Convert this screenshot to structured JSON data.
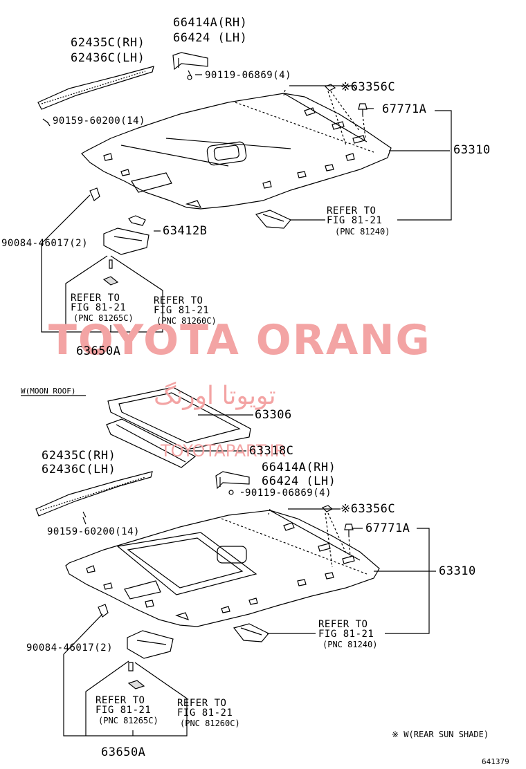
{
  "watermark": {
    "brand": "TOYOTA ORANG",
    "persian": "تویوتا اورنگ",
    "site": "TOYOTAPART.IR"
  },
  "top": {
    "p66414A": "66414A(RH)",
    "p66424": "66424  (LH)",
    "p62435C": "62435C(RH)",
    "p62436C": "62436C(LH)",
    "p90119": "90119-06869(4)",
    "p63356C": "※63356C",
    "p67771A": "67771A",
    "p90159": "90159-60200(14)",
    "p63310": "63310",
    "p63412B": "63412B",
    "p90084": "90084-46017(2)",
    "refer81240": [
      "REFER TO",
      "FIG 81-21",
      "(PNC 81240)"
    ],
    "refer81265C": [
      "REFER TO",
      "FIG 81-21",
      "(PNC 81265C)"
    ],
    "refer81260C": [
      "REFER TO",
      "FIG 81-21",
      "(PNC 81260C)"
    ],
    "p63650A": "63650A"
  },
  "bottom": {
    "moonroof": "W(MOON ROOF)",
    "p63306": "63306",
    "p63318C": "63318C",
    "p62435C": "62435C(RH)",
    "p62436C": "62436C(LH)",
    "p66414A": "66414A(RH)",
    "p66424": "66424  (LH)",
    "p90119": "90119-06869(4)",
    "p63356C": "※63356C",
    "p67771A": "67771A",
    "p90159": "90159-60200(14)",
    "p63310": "63310",
    "p90084": "90084-46017(2)",
    "refer81240": [
      "REFER TO",
      "FIG 81-21",
      "(PNC 81240)"
    ],
    "refer81265C": [
      "REFER TO",
      "FIG 81-21",
      "(PNC 81265C)"
    ],
    "refer81260C": [
      "REFER TO",
      "FIG 81-21",
      "(PNC 81260C)"
    ],
    "p63650A": "63650A",
    "note": "※ W(REAR SUN SHADE)"
  },
  "figure_number": "641379"
}
